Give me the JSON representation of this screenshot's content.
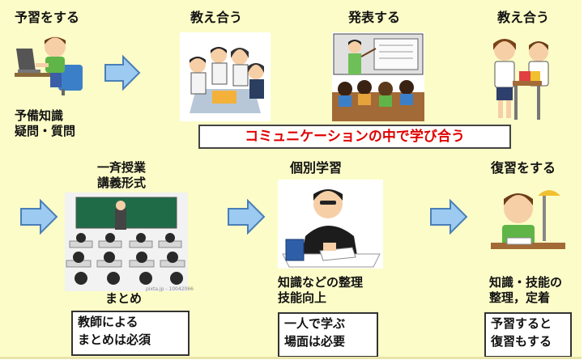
{
  "steps": {
    "yoshu_title": "予習をする",
    "yoshu_sub": "予備知識\n疑問・質問",
    "oshie1_title": "教え合う",
    "happyo_title": "発表する",
    "oshie2_title": "教え合う",
    "banner": "コミュニケーションの中で学び合う",
    "issei_title": "一斉授業\n講義形式",
    "issei_sub": "まとめ",
    "issei_box": "教師による\nまとめは必須",
    "kobetsu_title": "個別学習",
    "kobetsu_sub": "知識などの整理\n技能向上",
    "kobetsu_box": "一人で学ぶ\n場面は必要",
    "fukushu_title": "復習をする",
    "fukushu_sub": "知識・技能の\n整理，定着",
    "fukushu_box": "予習すると\n復習もする"
  },
  "illustration_credit": "pixta.jp - 10042066",
  "colors": {
    "background": "#fcfcc8",
    "arrow_fill": "#9ccaf0",
    "arrow_stroke": "#4a7fb8",
    "banner_text": "#e00000"
  }
}
